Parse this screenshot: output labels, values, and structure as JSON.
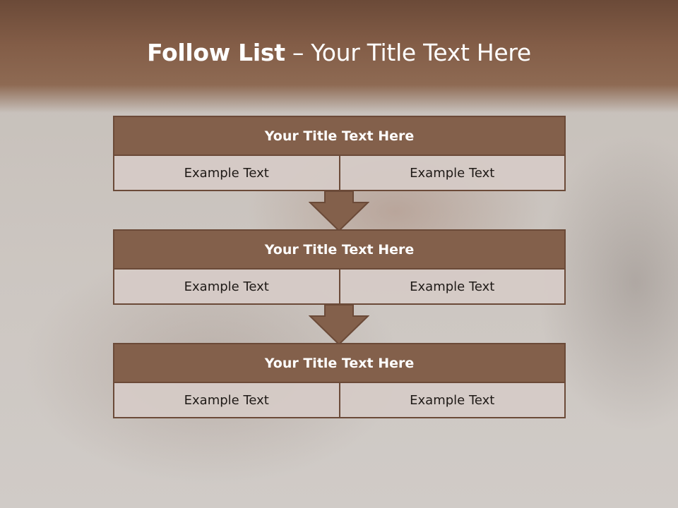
{
  "slide": {
    "title_bold": "Follow List",
    "title_dash": "–",
    "title_rest": "Your Title Text Here"
  },
  "blocks": [
    {
      "title": "Your Title Text Here",
      "cells": [
        "Example Text",
        "Example Text"
      ]
    },
    {
      "title": "Your Title Text Here",
      "cells": [
        "Example Text",
        "Example Text"
      ]
    },
    {
      "title": "Your Title Text Here",
      "cells": [
        "Example Text",
        "Example Text"
      ]
    }
  ],
  "colors": {
    "header_band": "#835d47",
    "block_title_fill": "#83604b",
    "block_border": "#6b4a38",
    "cell_fill": "#d6cbc7",
    "arrow_fill": "#83604b"
  }
}
